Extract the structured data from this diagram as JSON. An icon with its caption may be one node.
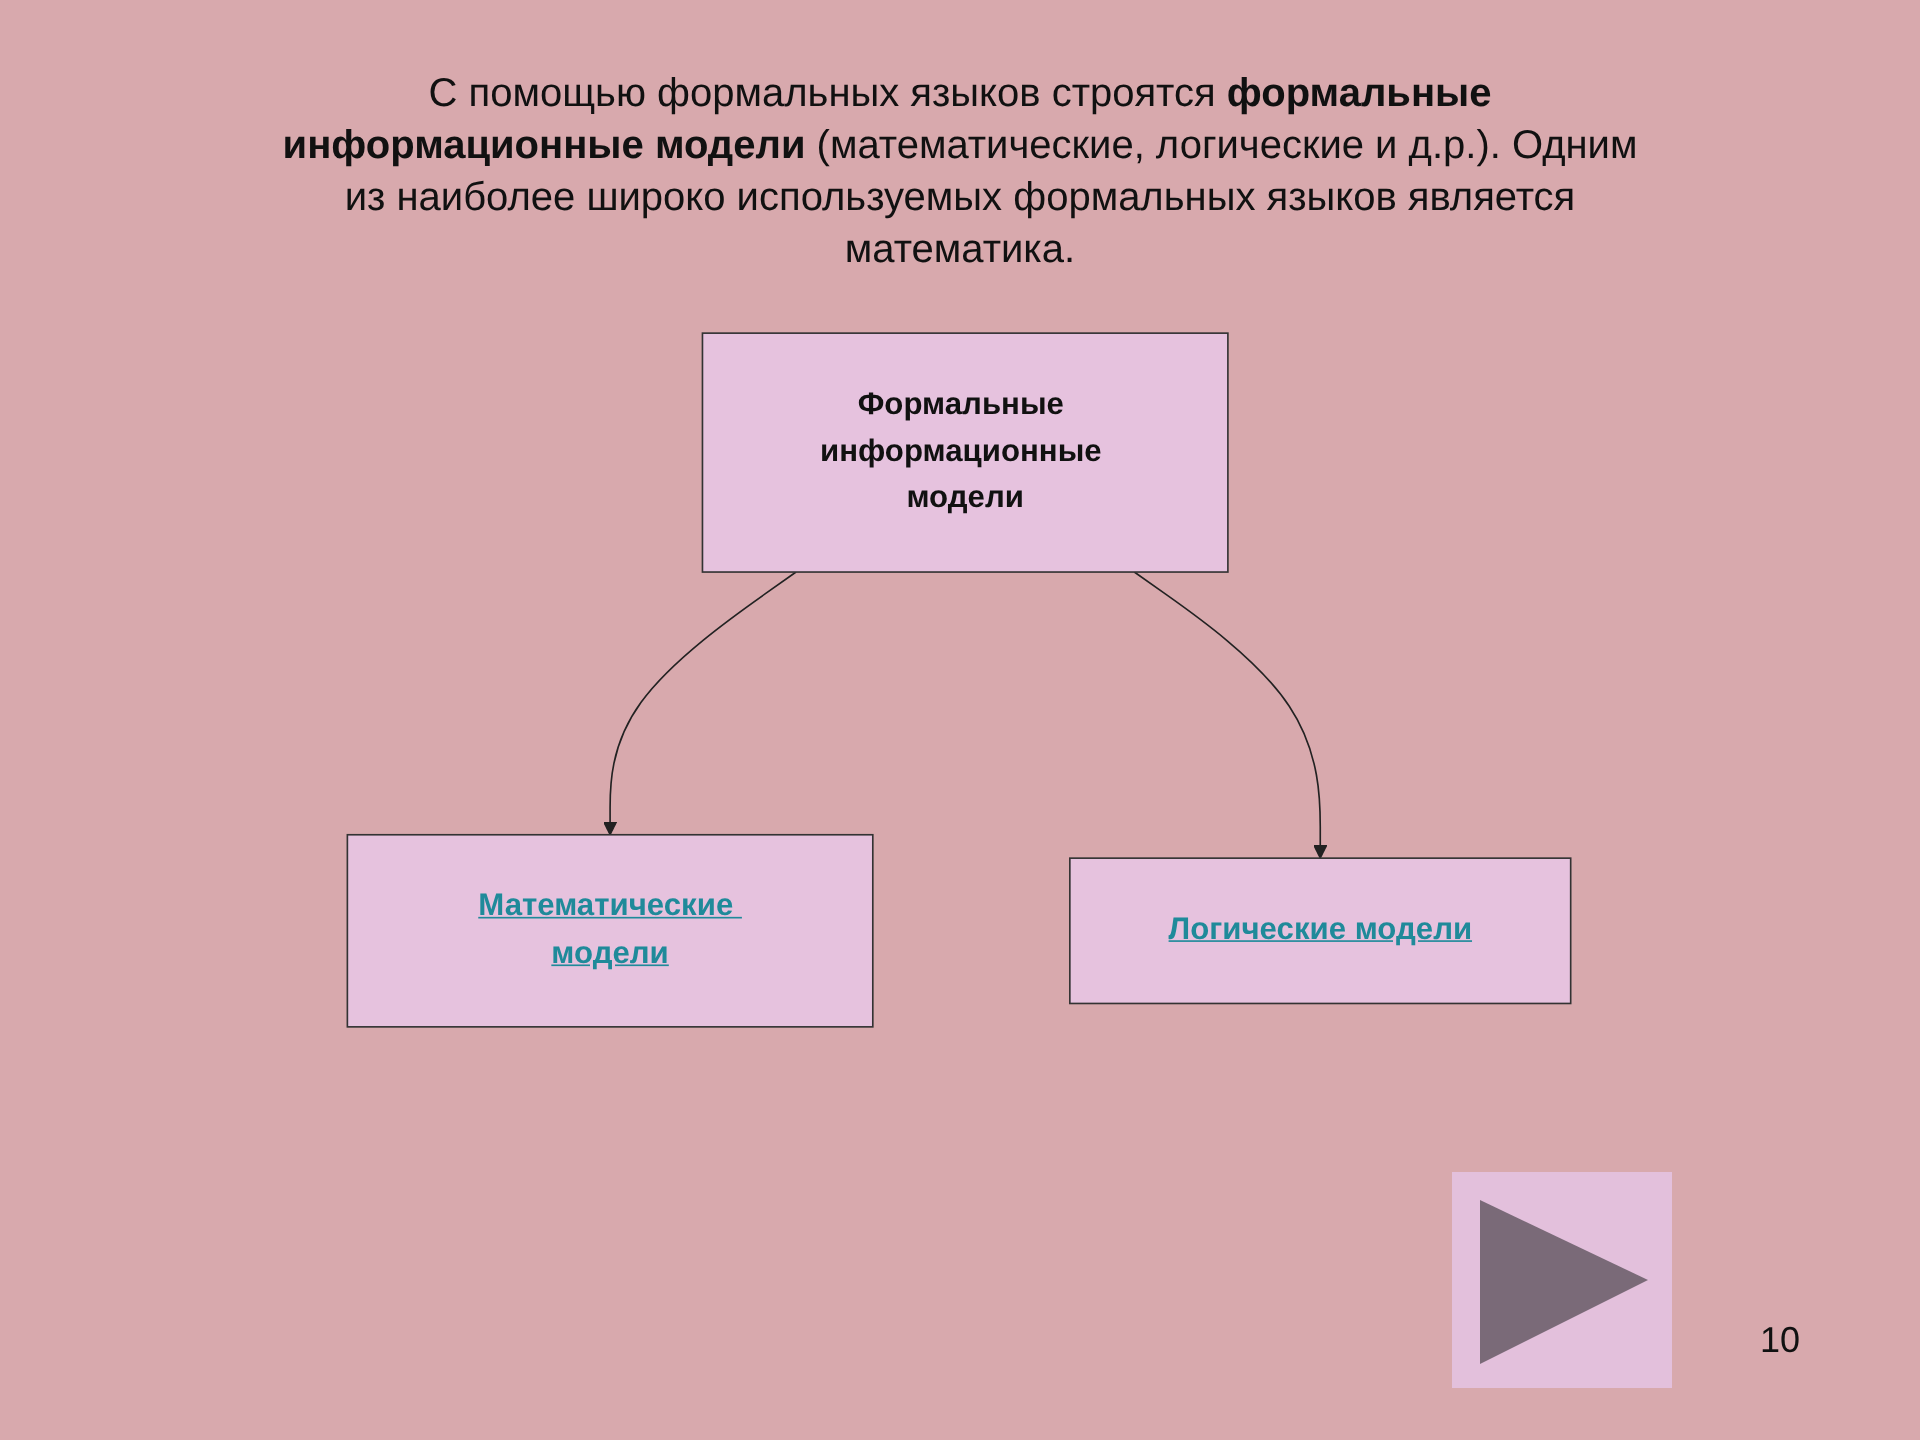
{
  "diagram": {
    "title": "С помощью формальных языков строятся **формальные информационные модели** (математические, логические и д.р.). Одним из наиболее широко используемых формальных языков является математика.",
    "nodes": [
      {
        "text": [
          "Формальные информационные модели"
        ]
      },
      {
        "text": [
          "Математические модели"
        ]
      },
      {
        "text": [
          "Логические модели"
        ]
      }
    ],
    "edges": [
      {
        "from": 0,
        "to": 1,
        "arrow": "to"
      },
      {
        "from": 0,
        "to": 2,
        "arrow": "to"
      }
    ],
    "labels": [
      "10"
    ]
  }
}
